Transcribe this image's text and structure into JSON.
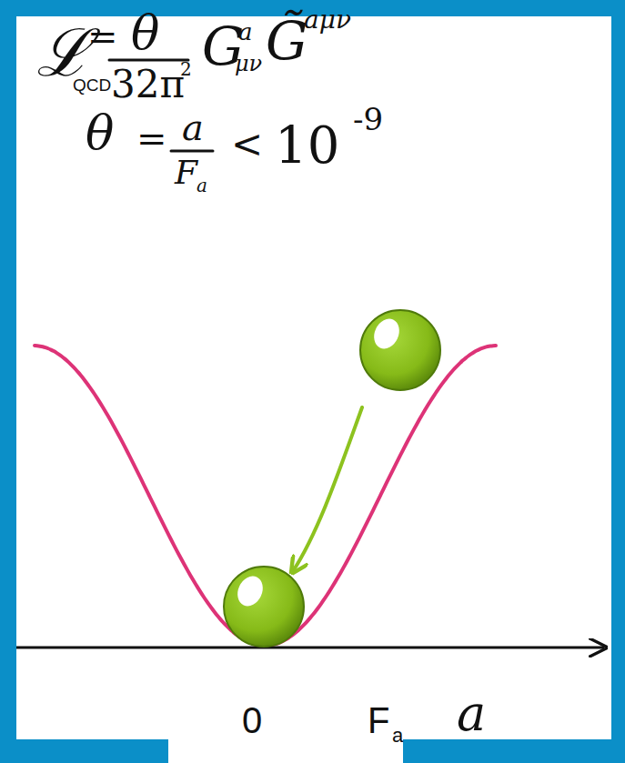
{
  "diagram": {
    "labels": [
      "ℒ",
      "QCD",
      "=",
      "θ",
      "32π",
      "2",
      "G",
      "a",
      "μν",
      "G̃",
      "aμν",
      "θ",
      "=",
      "a",
      "F",
      "a",
      "<",
      "10",
      "-9",
      "0",
      "F",
      "a",
      "a"
    ]
  }
}
